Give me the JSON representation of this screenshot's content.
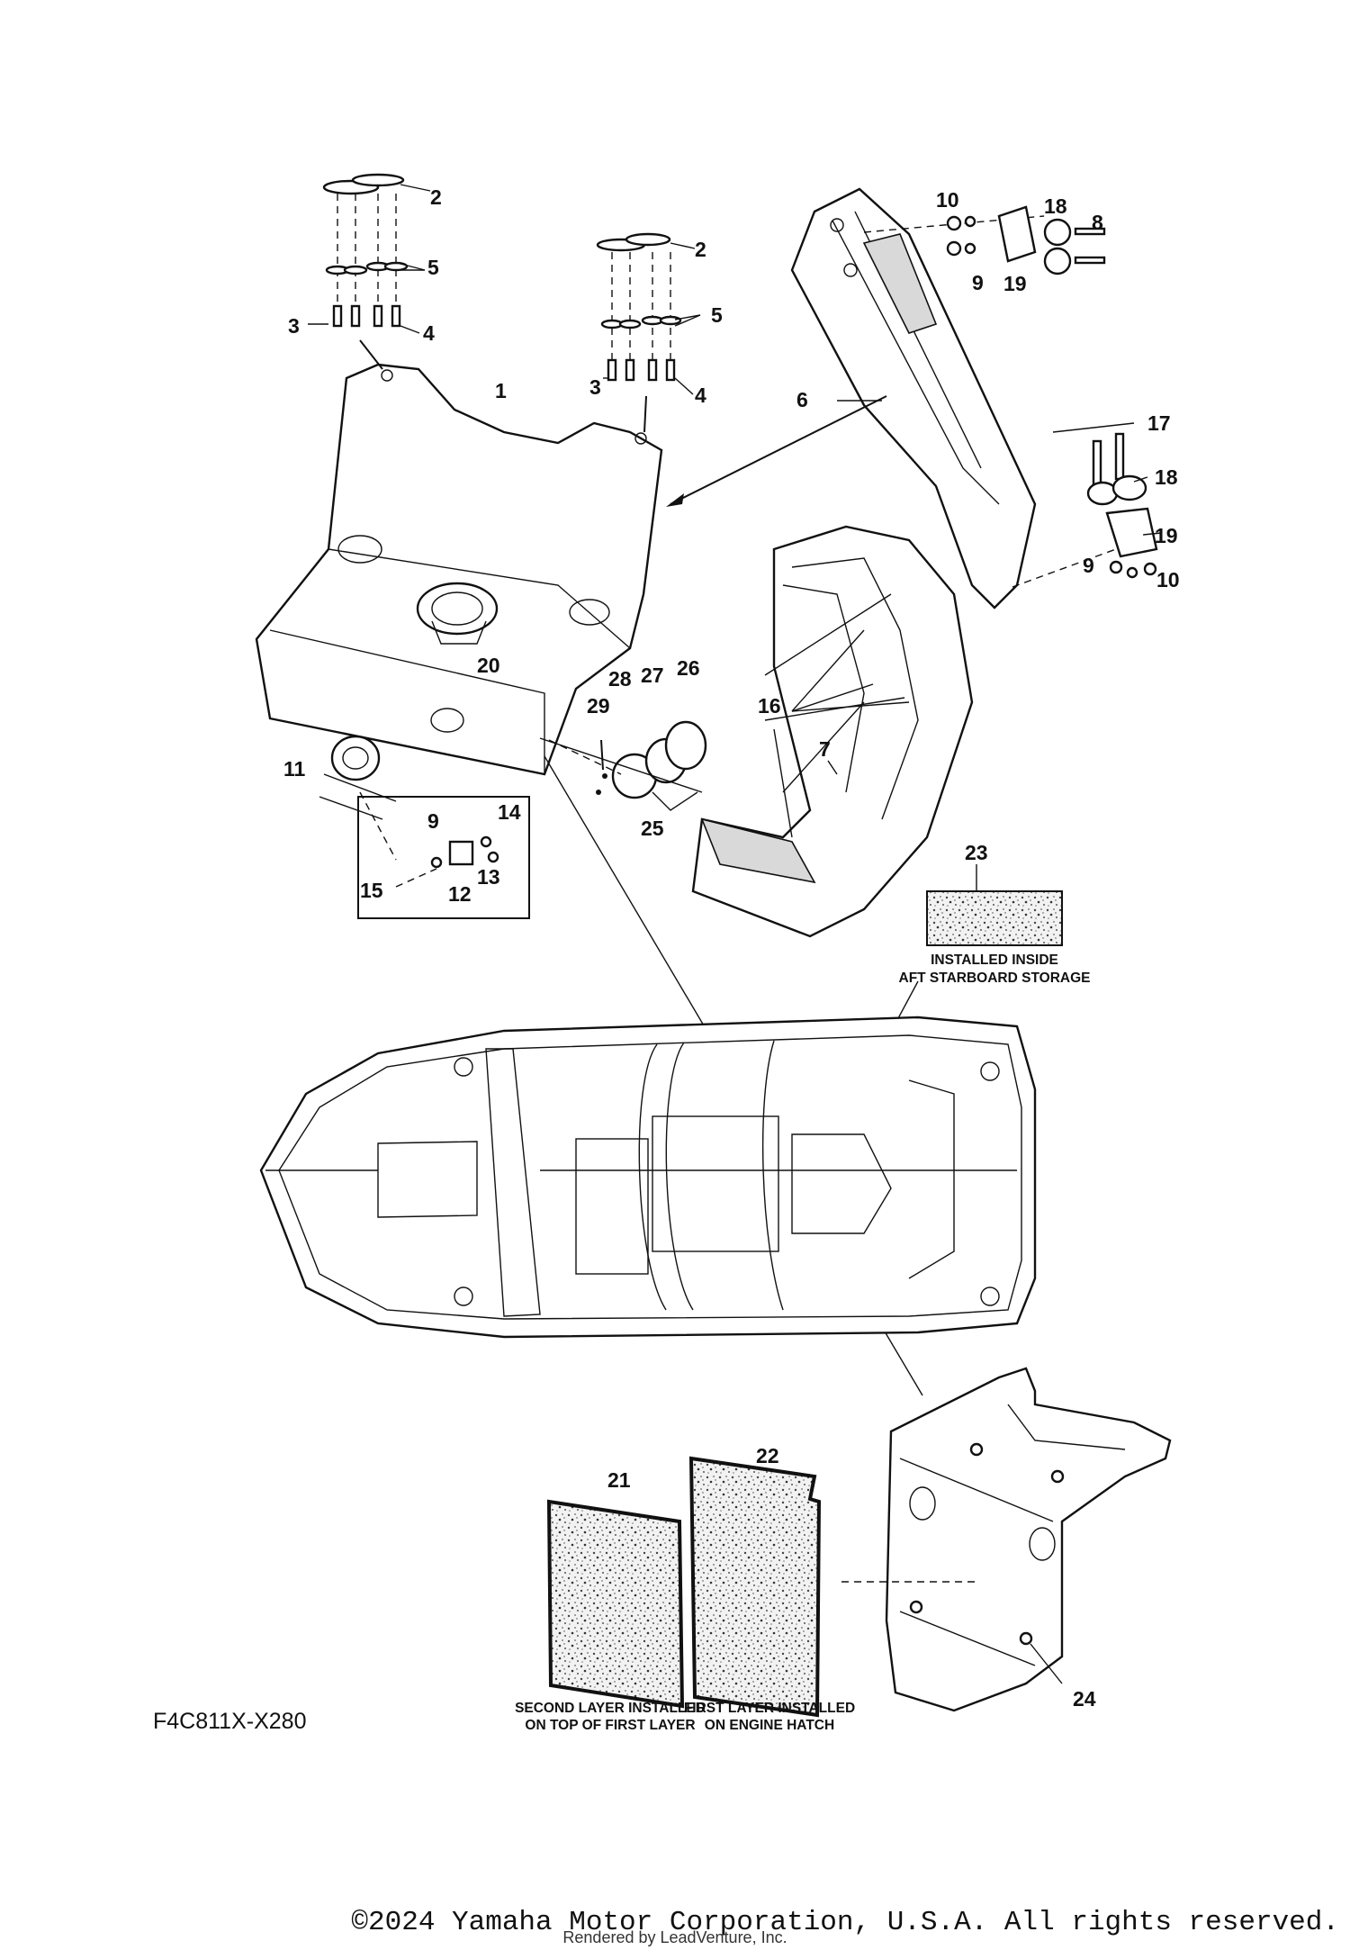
{
  "diagram_code": "F4C811X-X280",
  "callouts": [
    "1",
    "2",
    "2",
    "3",
    "3",
    "4",
    "4",
    "5",
    "5",
    "6",
    "7",
    "8",
    "9",
    "9",
    "9",
    "10",
    "10",
    "11",
    "12",
    "13",
    "14",
    "15",
    "16",
    "17",
    "18",
    "18",
    "19",
    "19",
    "20",
    "21",
    "22",
    "23",
    "24",
    "25",
    "26",
    "27",
    "28",
    "29"
  ],
  "notes": {
    "aft_storage_line1": "INSTALLED INSIDE",
    "aft_storage_line2": "AFT STARBOARD STORAGE",
    "second_layer_line1": "SECOND LAYER INSTALLED",
    "second_layer_line2": "ON TOP OF FIRST LAYER",
    "first_layer_line1": "FIRST LAYER INSTALLED",
    "first_layer_line2": "ON ENGINE HATCH"
  },
  "footer": {
    "copyright": "©2024 Yamaha Motor Corporation, U.S.A. All rights reserved.",
    "rendered_by": "Rendered by LeadVenture, Inc."
  }
}
